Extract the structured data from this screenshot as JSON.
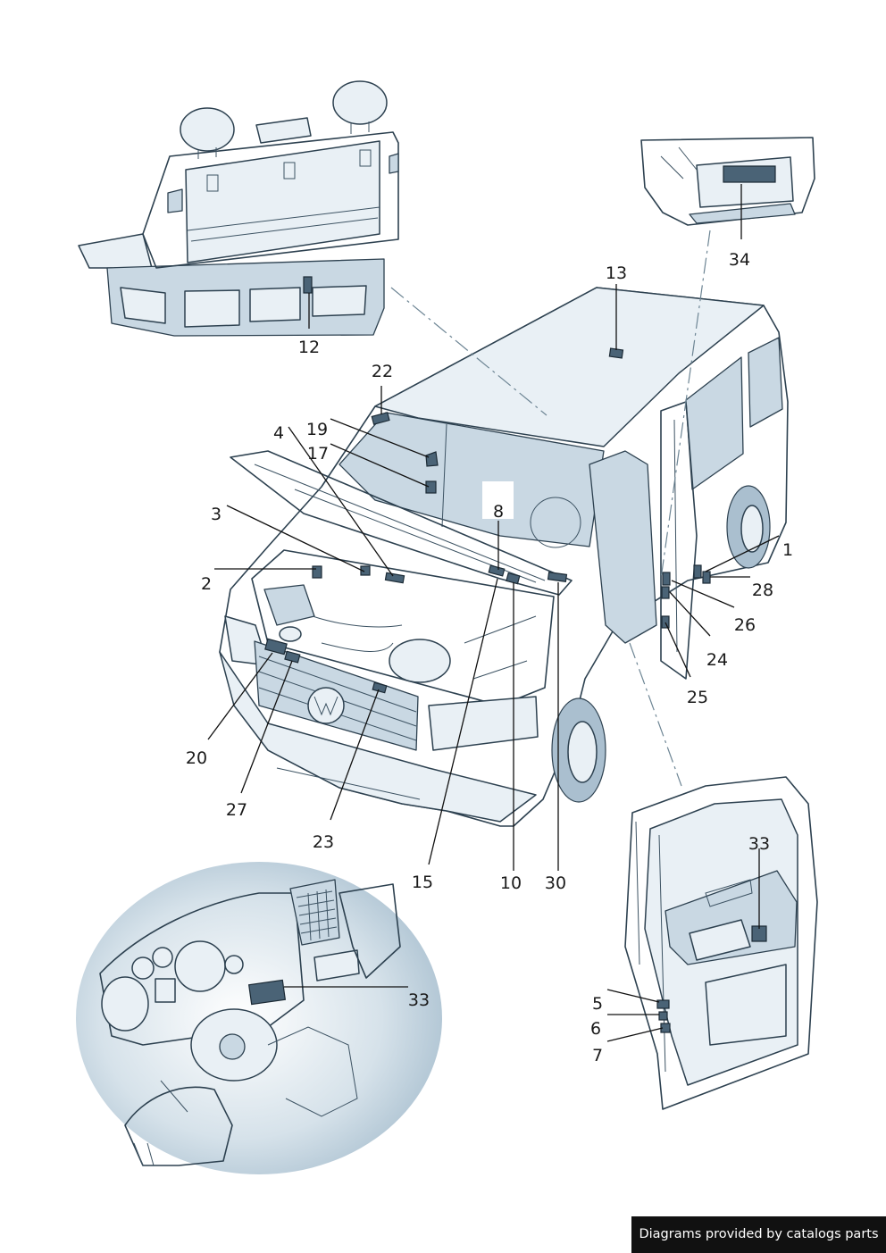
{
  "callouts": {
    "c1": "1",
    "c2": "2",
    "c3": "3",
    "c4": "4",
    "c5": "5",
    "c6": "6",
    "c7": "7",
    "c8": "8",
    "c10": "10",
    "c12": "12",
    "c13": "13",
    "c15": "15",
    "c17": "17",
    "c19": "19",
    "c20": "20",
    "c22": "22",
    "c23": "23",
    "c24": "24",
    "c25": "25",
    "c26": "26",
    "c27": "27",
    "c28": "28",
    "c30": "30",
    "c33_door": "33",
    "c33_dash": "33",
    "c34": "34"
  },
  "footer": {
    "credit": "Diagrams provided by catalogs parts"
  },
  "colors": {
    "outline": "#2d4150",
    "fill_light": "#e9f0f5",
    "fill_mid": "#c9d8e3",
    "label_mark": "#4a6376",
    "footer_bg": "#111111"
  }
}
